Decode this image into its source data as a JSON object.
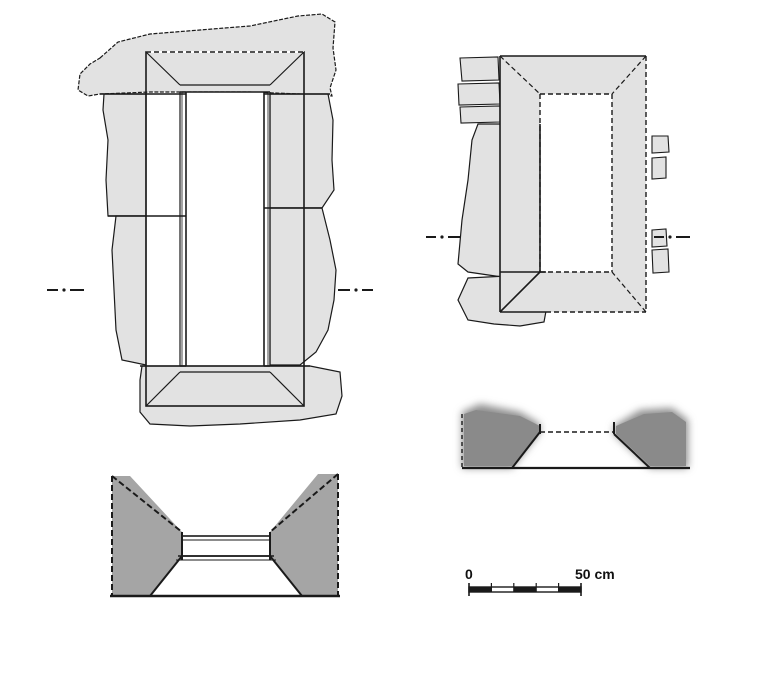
{
  "scale_bar": {
    "start_label": "0",
    "end_label": "50 cm",
    "segments": 5
  },
  "colors": {
    "stone_fill": "#e2e2e2",
    "section_fill": "#a5a5a5",
    "line": "#1a1a1a",
    "background": "#ffffff"
  },
  "views": [
    {
      "id": "plan-left",
      "kind": "plan"
    },
    {
      "id": "section-left",
      "kind": "section"
    },
    {
      "id": "plan-right",
      "kind": "plan"
    },
    {
      "id": "section-right",
      "kind": "section"
    }
  ]
}
